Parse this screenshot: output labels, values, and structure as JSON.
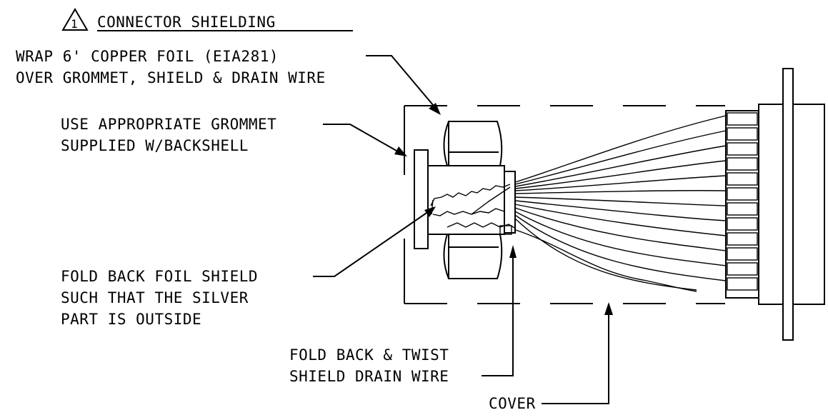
{
  "title": {
    "marker": "1",
    "text": "CONNECTOR SHIELDING"
  },
  "callouts": {
    "wrap_foil": {
      "line1": "WRAP 6' COPPER FOIL (EIA281)",
      "line2": "OVER GROMMET, SHIELD & DRAIN WIRE"
    },
    "grommet": {
      "line1": "USE APPROPRIATE GROMMET",
      "line2": "SUPPLIED W/BACKSHELL"
    },
    "fold_foil": {
      "line1": "FOLD BACK FOIL SHIELD",
      "line2": "SUCH THAT THE SILVER",
      "line3": "PART IS OUTSIDE"
    },
    "drain_wire": {
      "line1": "FOLD BACK & TWIST",
      "line2": "SHIELD DRAIN WIRE"
    },
    "cover": {
      "line1": "COVER"
    }
  }
}
